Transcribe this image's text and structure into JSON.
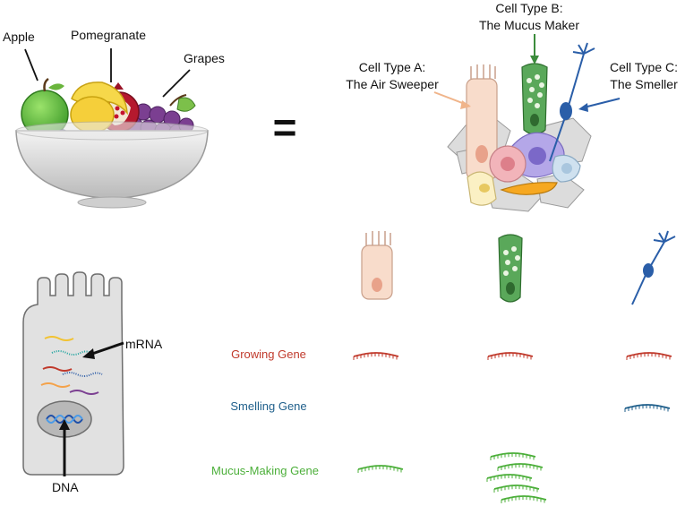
{
  "fruit_labels": {
    "apple": "Apple",
    "pomegranate": "Pomegranate",
    "grapes": "Grapes"
  },
  "equals_sign": "=",
  "cell_types": {
    "a_line1": "Cell Type A:",
    "a_line2": "The Air Sweeper",
    "b_line1": "Cell Type B:",
    "b_line2": "The Mucus Maker",
    "c_line1": "Cell Type C:",
    "c_line2": "The Smeller"
  },
  "cell_parts": {
    "mrna": "mRNA",
    "dna": "DNA"
  },
  "genes": {
    "growing": "Growing Gene",
    "smelling": "Smelling Gene",
    "mucus": "Mucus-Making Gene"
  },
  "colors": {
    "growing": "#c0392b",
    "smelling": "#1f5f8b",
    "mucus": "#4caf3a",
    "sweeper_cell": "#f9d9c8",
    "mucus_cell": "#5aa85a",
    "smeller_cell": "#2a5ea8",
    "cell_body": "#e2e2e2"
  }
}
